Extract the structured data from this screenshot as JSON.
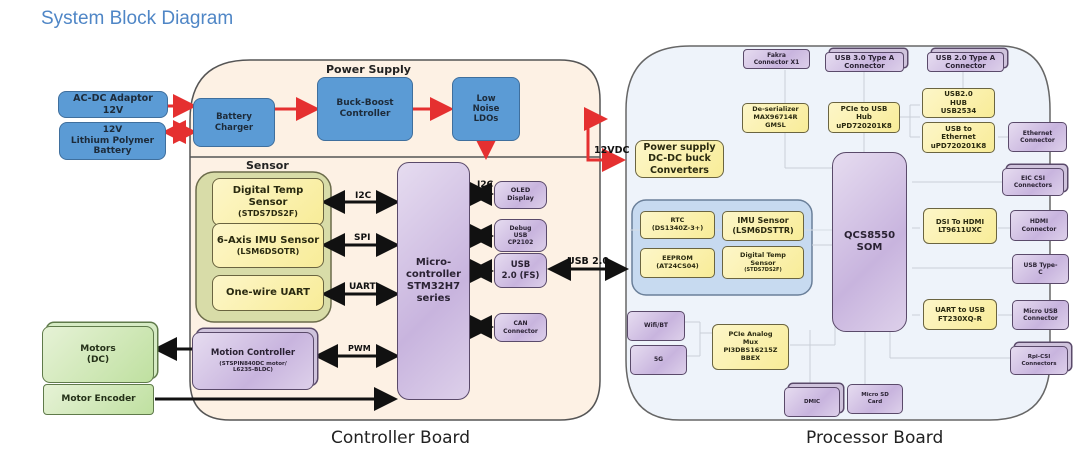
{
  "title": "System Block Diagram",
  "controller_board": {
    "label": "Controller Board",
    "power_supply": {
      "label": "Power Supply",
      "battery_charger": "Battery\nCharger",
      "buck_boost": "Buck-Boost\nController",
      "ldos": "Low\nNoise\nLDOs"
    },
    "sensor": {
      "label": "Sensor",
      "digital_temp": "Digital Temp\nSensor",
      "digital_temp_part": "(STDS7DS2F)",
      "imu": "6-Axis IMU Sensor",
      "imu_part": "(LSM6DSOTR)",
      "one_wire": "One-wire UART"
    },
    "mcu": "Micro-\ncontroller\nSTM32H7\nseries",
    "oled": "OLED\nDisplay",
    "debug_usb": "Debug\nUSB\nCP2102",
    "usb_fs": "USB\n2.0 (FS)",
    "can": "CAN\nConnector",
    "motion_controller": "Motion Controller",
    "motion_controller_part": "(STSPIN840DC motor/\nL6235-BLDC)",
    "bus_labels": {
      "i2c_sensor": "I2C",
      "spi": "SPI",
      "uart": "UART",
      "i2c_oled": "I2C",
      "pwm": "PWM"
    }
  },
  "external": {
    "acdc": "AC-DC Adaptor\n12V",
    "battery": "12V\nLithium Polymer\nBattery",
    "motors": "Motors\n(DC)",
    "encoder": "Motor Encoder"
  },
  "links": {
    "vdc": "12VDC",
    "usb": "USB 2.0"
  },
  "processor_board": {
    "label": "Processor Board",
    "power": "Power supply\nDC-DC buck\nConverters",
    "fakra": "Fakra\nConnector X1",
    "usb3": "USB 3.0 Type A\nConnector",
    "usb2": "USB 2.0 Type A\nConnector",
    "deserializer": "De-serializer\nMAX96714R\nGMSL",
    "pcie_usb": "PCIe to USB\nHub\nuPD720201K8",
    "usb_hub": "USB2.0\nHUB\nUSB2534",
    "usb_eth": "USB to\nEthernet\nuPD720201K8",
    "ethernet": "Ethernet\nConnector",
    "eic_csi": "EIC CSI\nConnectors",
    "rtc": "RTC\n(DS1340Z-3+)",
    "imu": "IMU Sensor\n(LSM6DSTTR)",
    "eeprom": "EEPROM\n(AT24CS04)",
    "temp": "Digital Temp\nSensor",
    "temp_part": "(STDS7DS2F)",
    "som": "QCS8550\nSOM",
    "dsi_hdmi": "DSI To HDMI\nLT9611UXC",
    "hdmi": "HDMI\nConnector",
    "usbc": "USB Type-\nC",
    "uart_usb": "UART to USB\nFT230XQ-R",
    "micro_usb": "Micro USB\nConnector",
    "rpi_csi": "Rpi-CSI\nConnectors",
    "wifi": "Wifi/BT",
    "fiveg": "5G",
    "pcie_mux": "PCIe Analog\nMux\nPI3DBS16215Z\nBBEX",
    "dmic": "DMIC",
    "microsd": "Micro SD\nCard"
  }
}
